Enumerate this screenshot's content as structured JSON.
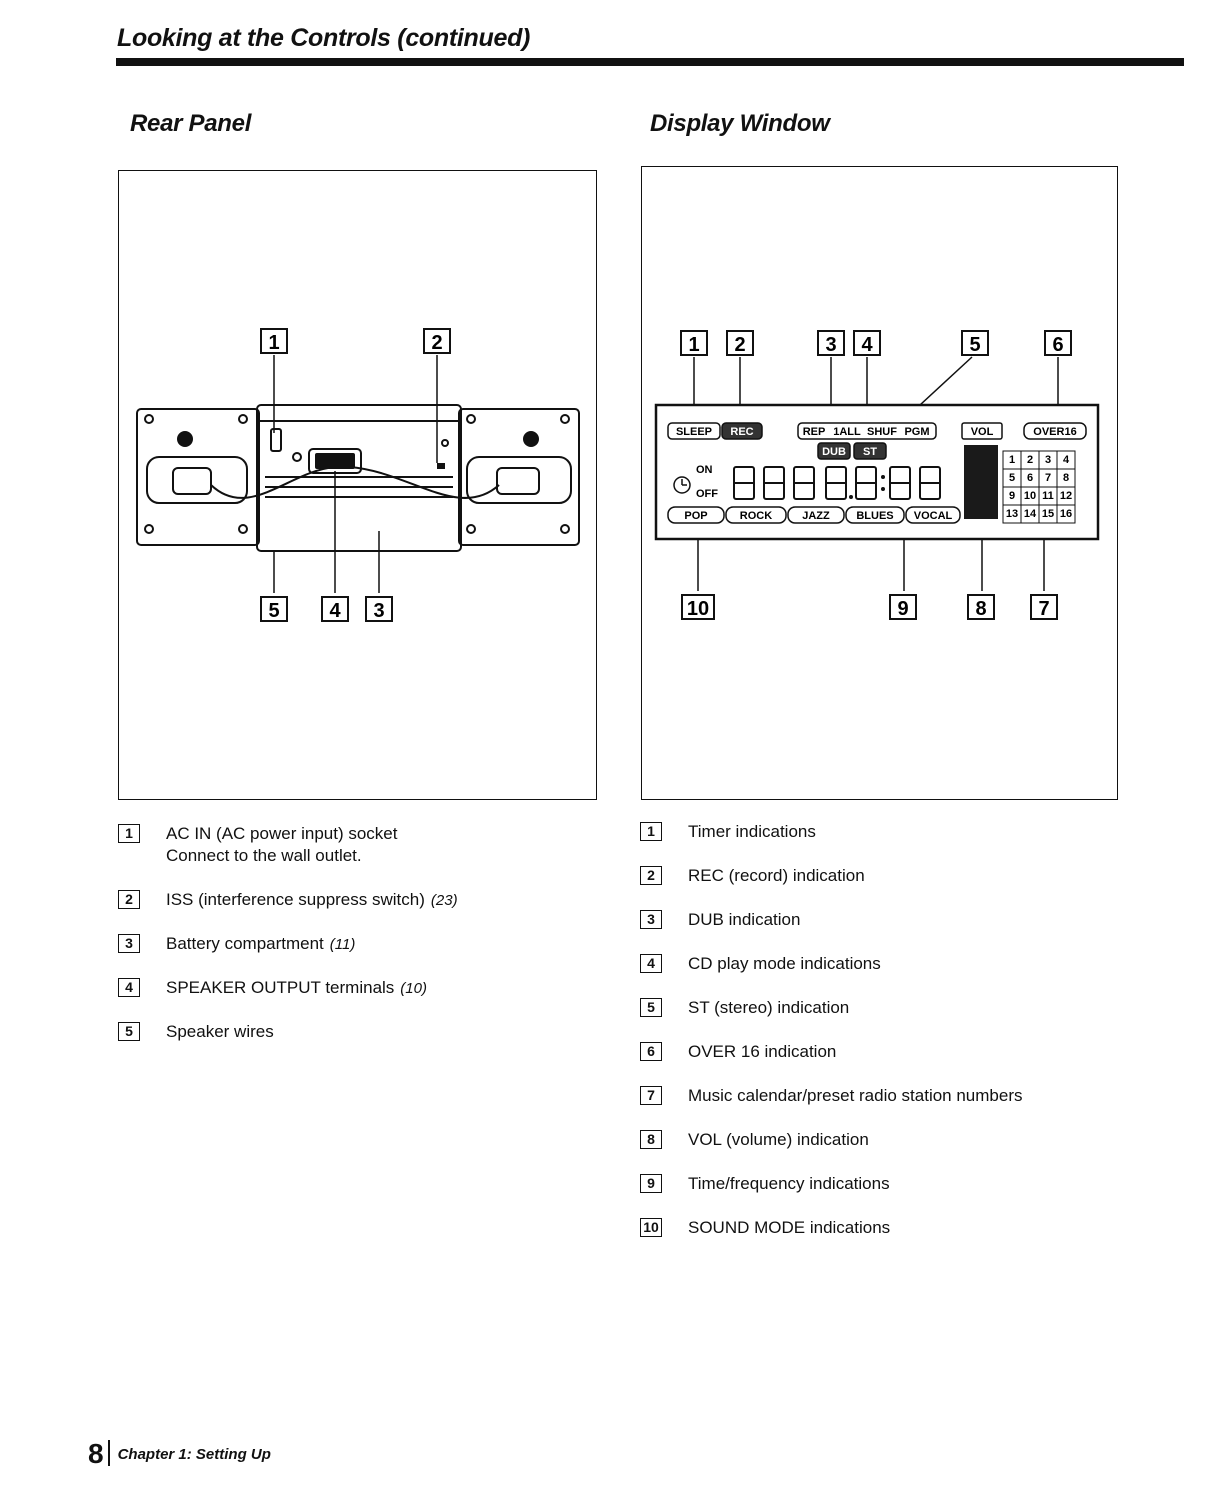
{
  "header": {
    "title": "Looking at the Controls (continued)"
  },
  "rear_panel": {
    "title": "Rear Panel",
    "callouts": [
      "1",
      "2",
      "5",
      "4",
      "3"
    ],
    "legend": [
      {
        "num": "1",
        "text": "AC IN (AC power input) socket",
        "sub": "Connect to the wall outlet.",
        "ref": ""
      },
      {
        "num": "2",
        "text": "ISS (interference suppress switch)",
        "ref": "(23)"
      },
      {
        "num": "3",
        "text": "Battery compartment",
        "ref": "(11)"
      },
      {
        "num": "4",
        "text": "SPEAKER OUTPUT terminals",
        "ref": "(10)"
      },
      {
        "num": "5",
        "text": "Speaker wires",
        "ref": ""
      }
    ]
  },
  "display_window": {
    "title": "Display Window",
    "callouts_top": [
      "1",
      "2",
      "3",
      "4",
      "5",
      "6"
    ],
    "callouts_bottom": [
      "10",
      "9",
      "8",
      "7"
    ],
    "lcd": {
      "sleep": "SLEEP",
      "rec": "REC",
      "rep": "REP",
      "one_all": "1ALL",
      "shuf": "SHUF",
      "pgm": "PGM",
      "dub": "DUB",
      "st": "ST",
      "vol": "VOL",
      "over16": "OVER16",
      "on": "ON",
      "off": "OFF",
      "sound_modes": [
        "POP",
        "ROCK",
        "JAZZ",
        "BLUES",
        "VOCAL"
      ],
      "calendar": [
        "1",
        "2",
        "3",
        "4",
        "5",
        "6",
        "7",
        "8",
        "9",
        "10",
        "11",
        "12",
        "13",
        "14",
        "15",
        "16"
      ]
    },
    "legend": [
      {
        "num": "1",
        "text": "Timer indications"
      },
      {
        "num": "2",
        "text": "REC (record) indication"
      },
      {
        "num": "3",
        "text": "DUB indication"
      },
      {
        "num": "4",
        "text": "CD play mode indications"
      },
      {
        "num": "5",
        "text": "ST (stereo) indication"
      },
      {
        "num": "6",
        "text": "OVER 16 indication"
      },
      {
        "num": "7",
        "text": "Music calendar/preset radio station numbers"
      },
      {
        "num": "8",
        "text": "VOL (volume) indication"
      },
      {
        "num": "9",
        "text": "Time/frequency indications"
      },
      {
        "num": "10",
        "text": "SOUND MODE indications"
      }
    ]
  },
  "footer": {
    "page_number": "8",
    "chapter": "Chapter 1: Setting Up"
  }
}
